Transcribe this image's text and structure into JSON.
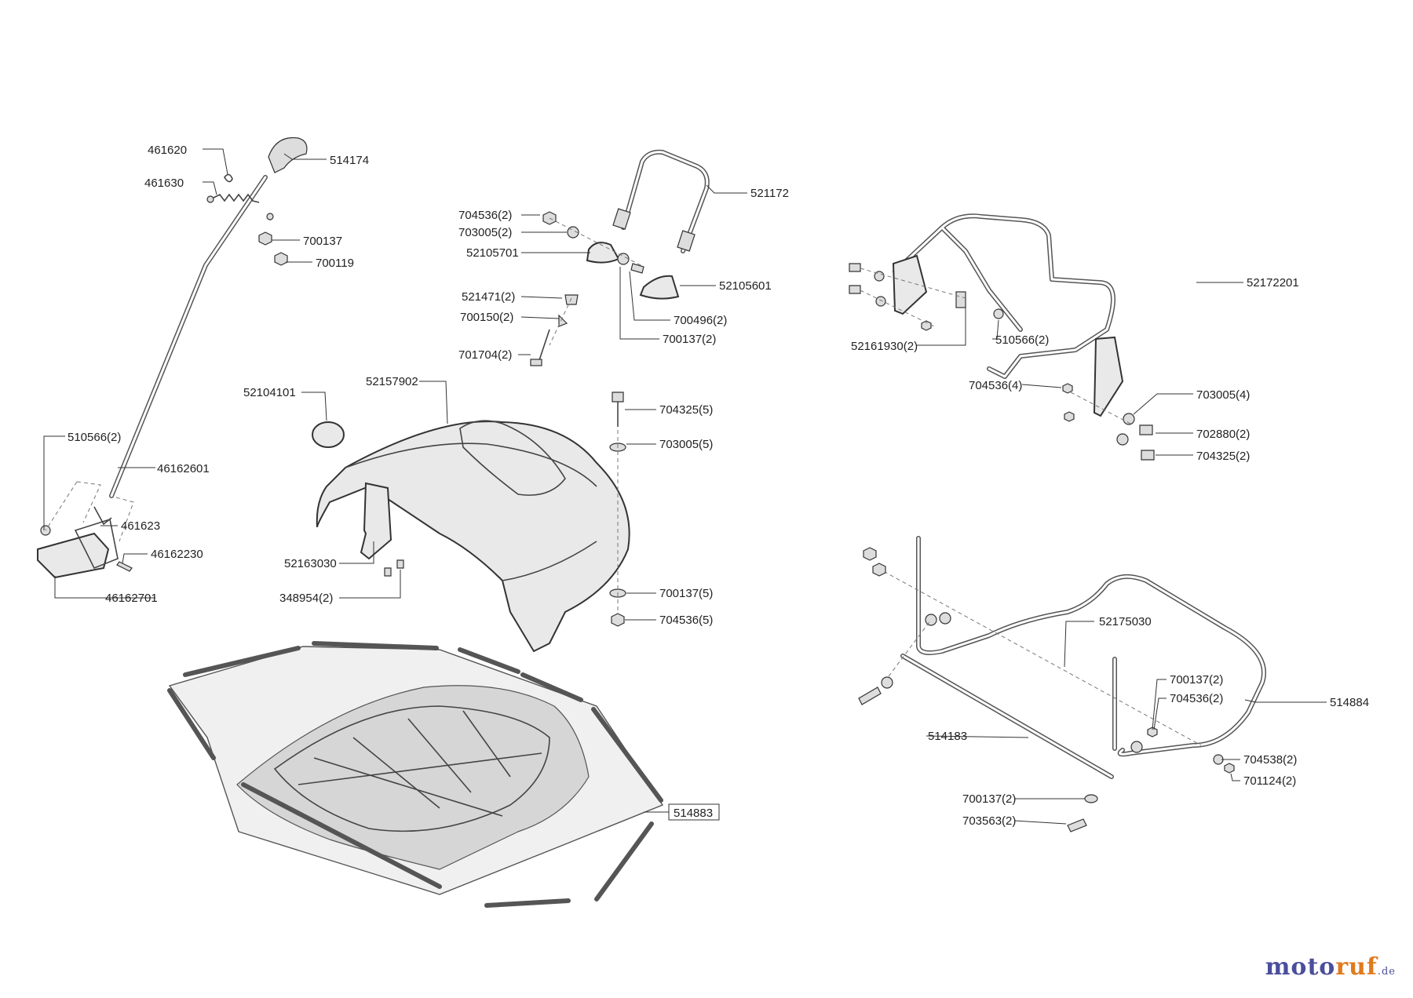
{
  "diagram": {
    "labels": {
      "l461620": "461620",
      "l461630": "461630",
      "l514174": "514174",
      "l700137": "700137",
      "l700119": "700119",
      "l510566_2a": "510566(2)",
      "l46162601": "46162601",
      "l461623": "461623",
      "l46162230": "46162230",
      "l46162701": "46162701",
      "l704536_2a": "704536(2)",
      "l703005_2a": "703005(2)",
      "l52105701": "52105701",
      "l521172": "521172",
      "l52105601": "52105601",
      "l521471_2": "521471(2)",
      "l700150_2": "700150(2)",
      "l700496_2": "700496(2)",
      "l700137_2a": "700137(2)",
      "l701704_2": "701704(2)",
      "l52104101": "52104101",
      "l52157902": "52157902",
      "l704325_5": "704325(5)",
      "l703005_5": "703005(5)",
      "l52163030": "52163030",
      "l348954_2": "348954(2)",
      "l700137_5": "700137(5)",
      "l704536_5": "704536(5)",
      "l514883": "514883",
      "l52172201": "52172201",
      "l52161930_2": "52161930(2)",
      "l510566_2b": "510566(2)",
      "l704536_4": "704536(4)",
      "l703005_4": "703005(4)",
      "l702880_2": "702880(2)",
      "l704325_2": "704325(2)",
      "l52175030": "52175030",
      "l514884": "514884",
      "l700137_2b": "700137(2)",
      "l704536_2b": "704536(2)",
      "l514183": "514183",
      "l704538_2": "704538(2)",
      "l701124_2": "701124(2)",
      "l700137_2c": "700137(2)",
      "l703563_2": "703563(2)"
    }
  },
  "brand": {
    "part1": "moto",
    "part2": "ruf",
    "part3": ".de"
  }
}
